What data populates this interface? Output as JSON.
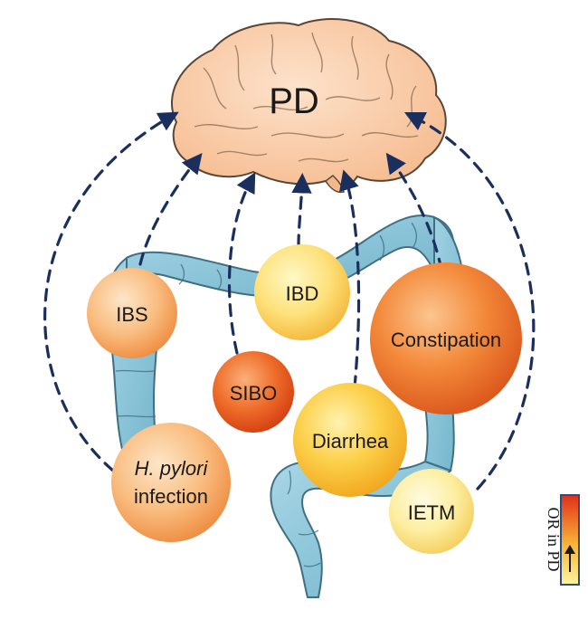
{
  "diagram": {
    "brain_label": "PD",
    "nodes": [
      {
        "id": "ibs",
        "label": "IBS",
        "gradient": "grad-light"
      },
      {
        "id": "ibd",
        "label": "IBD",
        "gradient": "grad-yellow"
      },
      {
        "id": "constipation",
        "label": "Constipation",
        "gradient": "grad-dark"
      },
      {
        "id": "sibo",
        "label": "SIBO",
        "gradient": "grad-red"
      },
      {
        "id": "diarrhea",
        "label": "Diarrhea",
        "gradient": "grad-gold"
      },
      {
        "id": "hpylori",
        "label_italic": "H. pylori",
        "label_second": "infection",
        "gradient": "grad-light"
      },
      {
        "id": "ietm",
        "label": "IETM",
        "gradient": "grad-pale"
      }
    ],
    "legend": {
      "label": "OR in PD"
    },
    "colors": {
      "brain_fill": "#f9cca9",
      "brain_stroke": "#5a4636",
      "colon_fill": "#8ec6da",
      "colon_stroke": "#3f6f82",
      "arrow": "#1b2f5e",
      "high_or": "#e0301a",
      "low_or": "#fff3a0"
    }
  }
}
